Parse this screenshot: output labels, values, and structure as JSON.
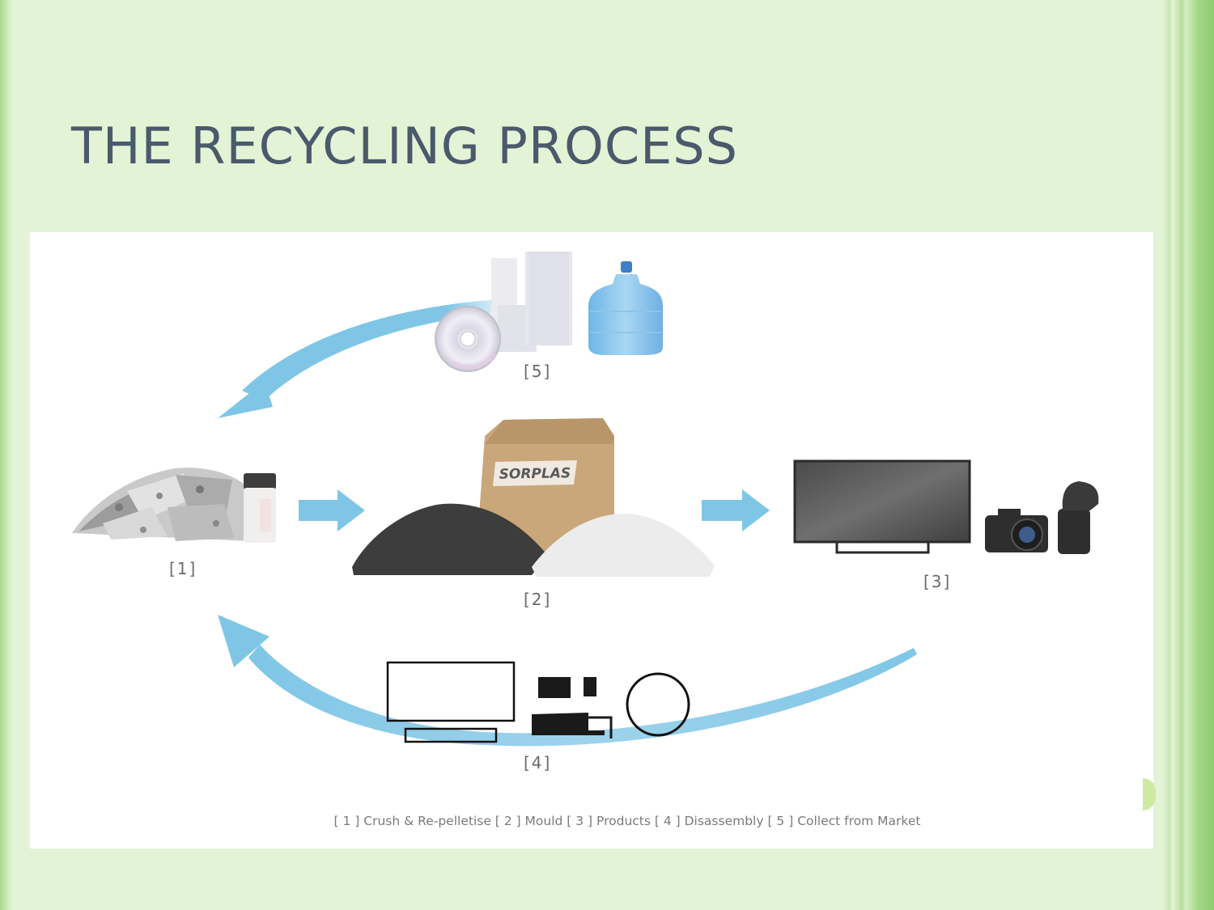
{
  "slide": {
    "title": "THE RECYCLING PROCESS"
  },
  "diagram": {
    "steps": [
      {
        "id": "1",
        "label": "[1]"
      },
      {
        "id": "2",
        "label": "[2]"
      },
      {
        "id": "3",
        "label": "[3]"
      },
      {
        "id": "4",
        "label": "[4]"
      },
      {
        "id": "5",
        "label": "[5]"
      }
    ],
    "sack_text": "SORPLAS",
    "caption": "[ 1 ] Crush & Re-pelletise [ 2 ] Mould [ 3 ] Products [ 4 ] Disassembly [ 5 ] Collect from Market"
  },
  "colors": {
    "background": "#e3f4d6",
    "title": "#4a5a6c",
    "arrow": "#7fc6e6",
    "sack": "#c9a77a"
  }
}
